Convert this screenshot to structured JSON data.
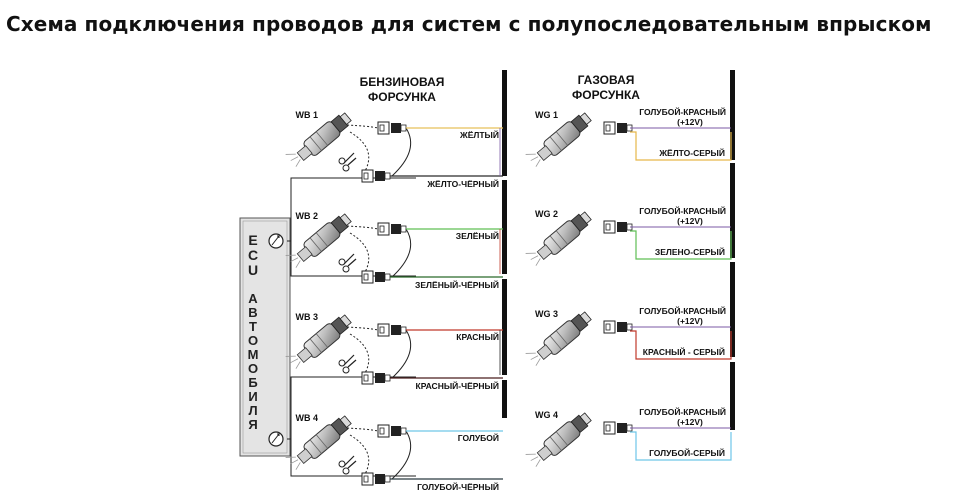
{
  "title": "Схема подключения проводов для систем с полупоследовательным впрыском",
  "petrol_header": [
    "БЕНЗИНОВАЯ",
    "ФОРСУНКА"
  ],
  "gas_header": [
    "ГАЗОВАЯ",
    "ФОРСУНКА"
  ],
  "ecu_label": "ECU",
  "ecu_sub": "АВТОМОБИЛЯ",
  "petrol_injectors": [
    {
      "id": "WB 1",
      "wire_top": "ЖЁЛТЫЙ",
      "wire_bottom": "ЖЁЛТО-ЧЁРНЫЙ",
      "color_top": "#e6c15a",
      "color_bottom": "#2b2b2b"
    },
    {
      "id": "WB 2",
      "wire_top": "ЗЕЛЁНЫЙ",
      "wire_bottom": "ЗЕЛЁНЫЙ-ЧЁРНЫЙ",
      "color_top": "#5fbf55",
      "color_bottom": "#2b6a2b"
    },
    {
      "id": "WB 3",
      "wire_top": "КРАСНЫЙ",
      "wire_bottom": "КРАСНЫЙ-ЧЁРНЫЙ",
      "color_top": "#c0392b",
      "color_bottom": "#4a1f1f"
    },
    {
      "id": "WB 4",
      "wire_top": "ГОЛУБОЙ",
      "wire_bottom": "ГОЛУБОЙ-ЧЁРНЫЙ",
      "color_top": "#6fc6e8",
      "color_bottom": "#2b3a40"
    }
  ],
  "gas_injectors": [
    {
      "id": "WG 1",
      "wire_plus": "ГОЛУБОЙ-КРАСНЫЙ",
      "plus_note": "(+12V)",
      "wire_control": "ЖЁЛТО-СЕРЫЙ",
      "color_control": "#e6b84a"
    },
    {
      "id": "WG 2",
      "wire_plus": "ГОЛУБОЙ-КРАСНЫЙ",
      "plus_note": "(+12V)",
      "wire_control": "ЗЕЛЕНО-СЕРЫЙ",
      "color_control": "#5fbf55"
    },
    {
      "id": "WG 3",
      "wire_plus": "ГОЛУБОЙ-КРАСНЫЙ",
      "plus_note": "(+12V)",
      "wire_control": "КРАСНЫЙ - СЕРЫЙ",
      "color_control": "#c0392b"
    },
    {
      "id": "WG 4",
      "wire_plus": "ГОЛУБОЙ-КРАСНЫЙ",
      "plus_note": "(+12V)",
      "wire_control": "ГОЛУБОЙ-СЕРЫЙ",
      "color_control": "#6fc6e8"
    }
  ],
  "colors": {
    "plus_wire": "#7b5aa6",
    "ecu_fill": "#e2e2e2",
    "bus": "#111111"
  }
}
